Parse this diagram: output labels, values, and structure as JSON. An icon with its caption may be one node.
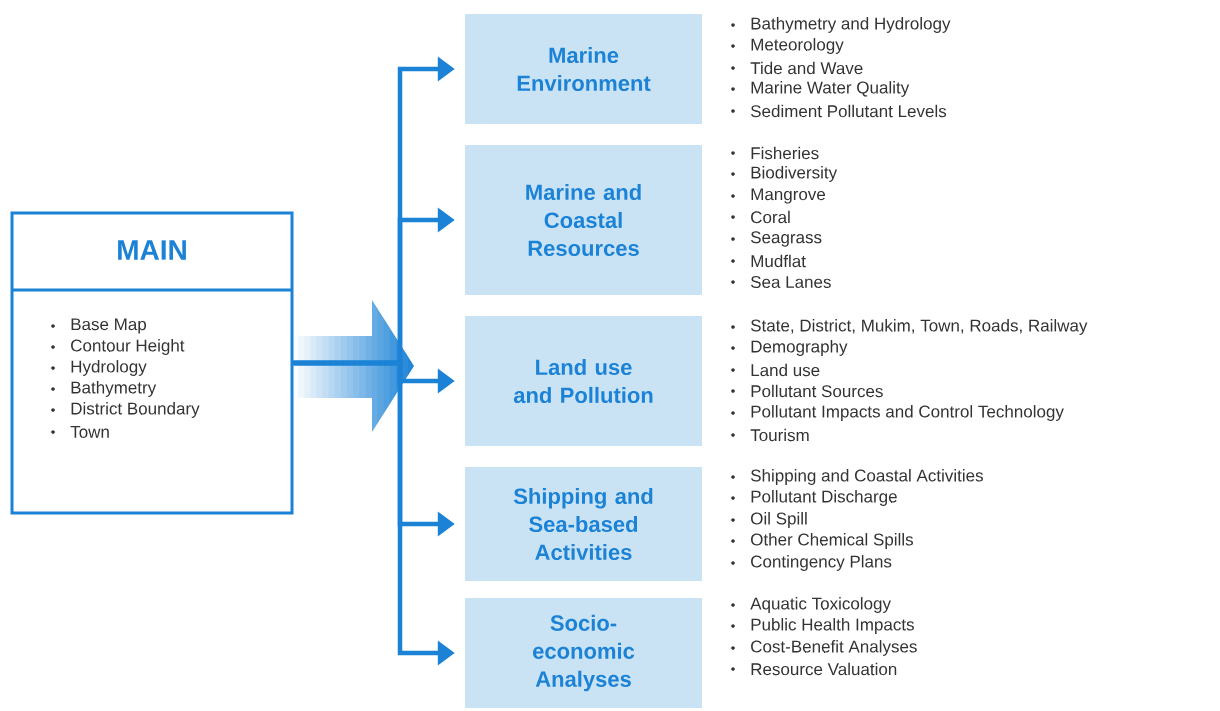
{
  "diagram": {
    "nodes": [
      {
        "text": [
          "MAIN",
          "Base Map",
          "Contour Height",
          "Hydrology",
          "Bathymetry",
          "District Boundary",
          "Town"
        ]
      },
      {
        "text": [
          "Marine Environment"
        ],
        "beside": [
          "Bathymetry and Hydrology",
          "Meteorology",
          "Tide and Wave",
          "Marine Water Quality",
          "Sediment Pollutant Levels"
        ]
      },
      {
        "text": [
          "Marine and Coastal Resources"
        ],
        "beside": [
          "Fisheries",
          "Biodiversity",
          "Mangrove",
          "Coral",
          "Seagrass",
          "Mudflat",
          "Sea Lanes"
        ]
      },
      {
        "text": [
          "Land use and Pollution"
        ],
        "beside": [
          "State, District, Mukim, Town, Roads, Railway",
          "Demography",
          "Land use",
          "Pollutant Sources",
          "Pollutant Impacts and Control Technology",
          "Tourism"
        ]
      },
      {
        "text": [
          "Shipping and Sea-based Activities"
        ],
        "beside": [
          "Shipping and Coastal Activities",
          "Pollutant Discharge",
          "Oil Spill",
          "Other Chemical Spills",
          "Contingency Plans"
        ]
      },
      {
        "text": [
          "Socio-economic Analyses"
        ],
        "beside": [
          "Aquatic Toxicology",
          "Public Health Impacts",
          "Cost-Benefit Analyses",
          "Resource Valuation"
        ]
      }
    ],
    "edges": [
      {
        "from": 0,
        "to": 1,
        "arrow": "to"
      },
      {
        "from": 0,
        "to": 2,
        "arrow": "to"
      },
      {
        "from": 0,
        "to": 3,
        "arrow": "to"
      },
      {
        "from": 0,
        "to": 4,
        "arrow": "to"
      },
      {
        "from": 0,
        "to": 5,
        "arrow": "to"
      }
    ]
  }
}
